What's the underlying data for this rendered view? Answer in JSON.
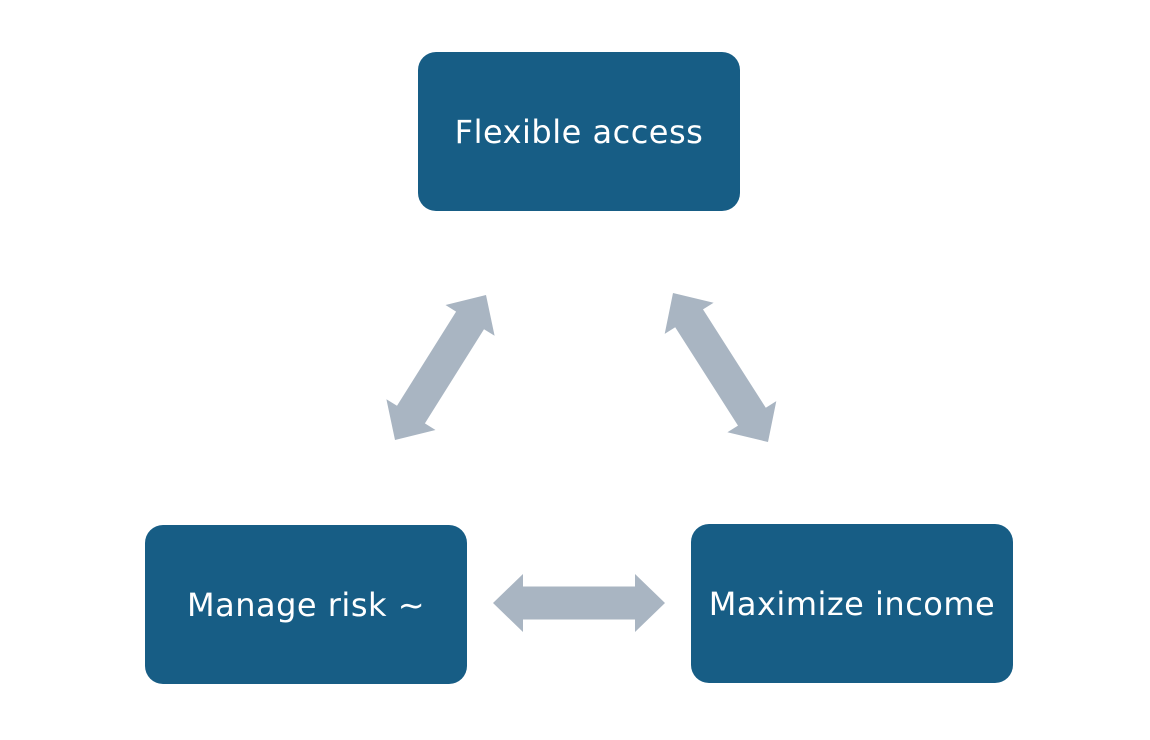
{
  "diagram": {
    "type": "cycle",
    "nodes": [
      {
        "id": "top",
        "label": "Flexible access"
      },
      {
        "id": "bottom-left",
        "label": "Manage risk ~"
      },
      {
        "id": "bottom-right",
        "label": "Maximize income"
      }
    ],
    "connections": [
      {
        "from": "top",
        "to": "bottom-left",
        "bidirectional": true
      },
      {
        "from": "top",
        "to": "bottom-right",
        "bidirectional": true
      },
      {
        "from": "bottom-left",
        "to": "bottom-right",
        "bidirectional": true
      }
    ],
    "colors": {
      "node_fill": "#175d85",
      "node_text": "#ffffff",
      "arrow": "#a9b5c2",
      "background": "#ffffff"
    }
  }
}
